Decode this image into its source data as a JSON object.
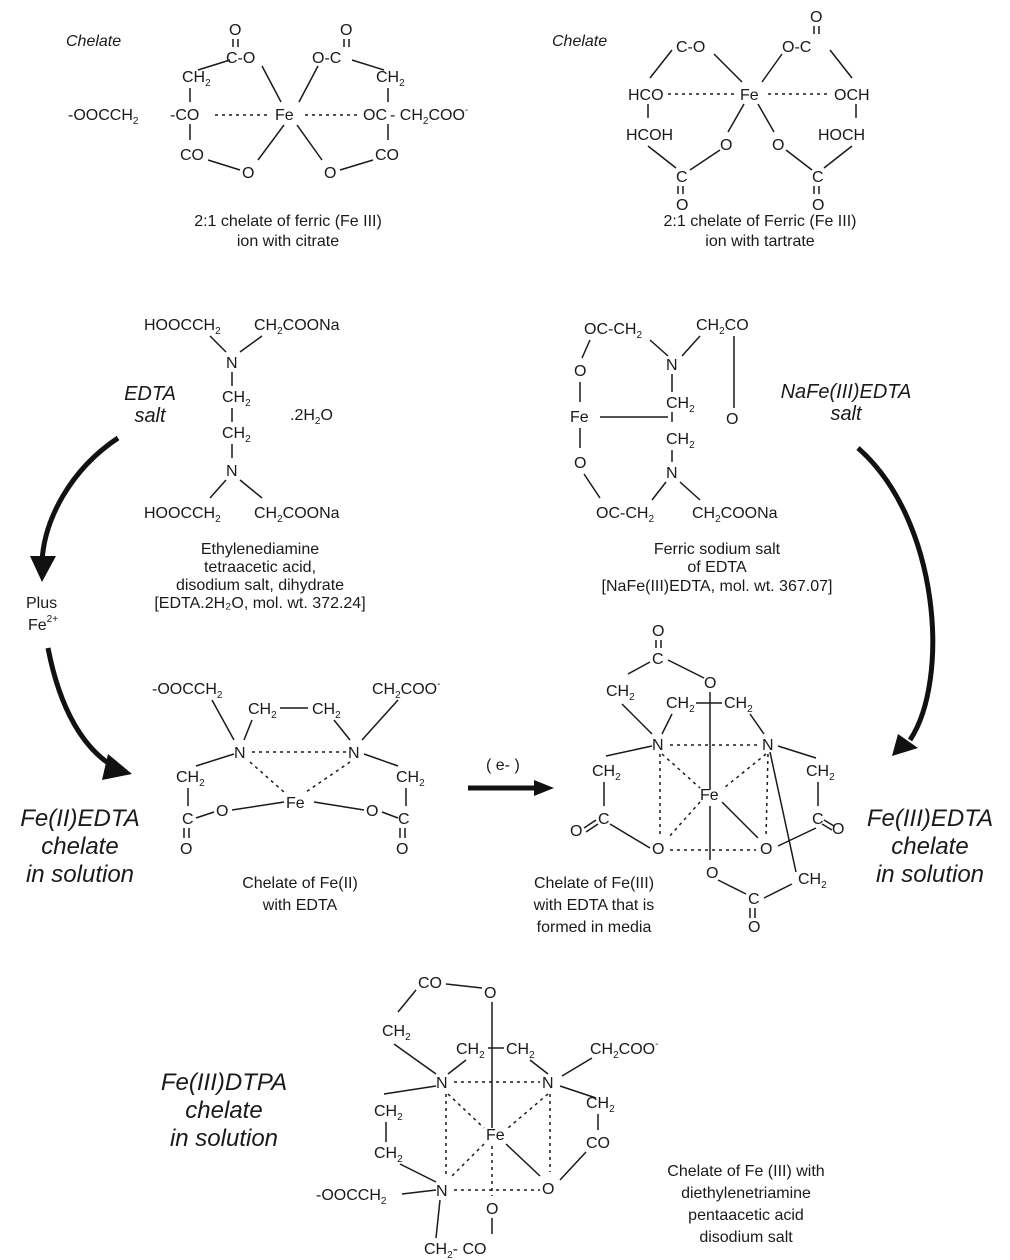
{
  "chelate_label": "Chelate",
  "citrate": {
    "formula": {
      "co_top_left": "C-O",
      "o_top_left": "O",
      "co_top_right": "O-C",
      "o_top_right": "O",
      "ch2_left": "CH",
      "ch2_right": "CH",
      "sub2": "2",
      "left_end": "-OOCCH",
      "co_left": "-CO",
      "fe": "Fe",
      "oc_right": "OC",
      "right_end": "- CH",
      "coo_right": "COO",
      "minus": "-",
      "co_bottom_left": "CO",
      "co_bottom_right": "CO",
      "o_bottom_left": "O",
      "o_bottom_right": "O"
    },
    "caption": [
      "2:1 chelate of ferric (Fe III)",
      "ion with citrate"
    ]
  },
  "tartrate": {
    "formula": {
      "co_top_left": "C-O",
      "co_top_right": "O-C",
      "o_top": "O",
      "hco": "HCO",
      "fe": "Fe",
      "och": "OCH",
      "hcoh": "HCOH",
      "hoch": "HOCH",
      "o_left": "O",
      "o_right": "O",
      "c_bottom": "C",
      "o_bottom": "O"
    },
    "caption": [
      "2:1 chelate of Ferric (Fe III)",
      "ion with tartrate"
    ]
  },
  "edta_salt": {
    "label": [
      "EDTA",
      "salt"
    ],
    "formula": {
      "top_left": "HOOCCH",
      "top_right": "CH",
      "top_right_tail": "COONa",
      "n": "N",
      "ch2": "CH",
      "sub2": "2",
      "water": ".2H",
      "water_tail": "O",
      "bottom_left": "HOOCCH",
      "bottom_right": "CH",
      "bottom_right_tail": "COONa"
    },
    "caption": [
      "Ethylenediamine",
      "tetraacetic acid,",
      "disodium salt, dihydrate",
      "[EDTA.2H₂O,  mol. wt. 372.24]"
    ]
  },
  "nafe_edta": {
    "label": [
      "NaFe(III)EDTA",
      "salt"
    ],
    "formula": {
      "oc_ch2": "OC-CH",
      "ch2co": "CH",
      "co": "CO",
      "o": "O",
      "n": "N",
      "fe": "Fe",
      "ch2": "CH",
      "oc_ch2_bottom": "OC-CH",
      "ch2coona": "CH",
      "coona": "COONa",
      "sub2": "2"
    },
    "caption": [
      "Ferric sodium salt",
      "of EDTA",
      "[NaFe(III)EDTA,  mol. wt. 367.07]"
    ]
  },
  "plus_fe": [
    "Plus",
    "Fe",
    "2+"
  ],
  "fe2_chelate": {
    "formula": {
      "left_top": "-OOCCH",
      "right_top": "CH",
      "right_top_tail": "COO",
      "minus": "-",
      "ch2_bridge": "CH",
      "n": "N",
      "fe": "Fe",
      "o": "O",
      "c": "C",
      "sub2": "2"
    },
    "caption": [
      "Chelate of Fe(II)",
      "with EDTA"
    ],
    "side_label": [
      "Fe(II)EDTA",
      "chelate",
      "in solution"
    ]
  },
  "electron_label": "( e- )",
  "fe3_chelate": {
    "formula": {
      "o": "O",
      "c": "C",
      "ch2": "CH",
      "n": "N",
      "fe": "Fe",
      "sub2": "2"
    },
    "caption": [
      "Chelate of Fe(III)",
      "with EDTA that is",
      "formed in media"
    ],
    "side_label": [
      "Fe(III)EDTA",
      "chelate",
      "in solution"
    ]
  },
  "dtpa": {
    "label": [
      "Fe(III)DTPA",
      "chelate",
      "in solution"
    ],
    "formula": {
      "co": "CO",
      "o": "O",
      "ch2": "CH",
      "n": "N",
      "fe": "Fe",
      "ch2coo": "CH",
      "coo": "COO",
      "minus": "-",
      "ooc": "-OOCCH",
      "ch2_co": "CH",
      "co_end": "- CO",
      "sub2": "2"
    },
    "caption": [
      "Chelate of Fe (III) with",
      "diethylenetriamine",
      "pentaacetic acid",
      "disodium salt"
    ]
  }
}
